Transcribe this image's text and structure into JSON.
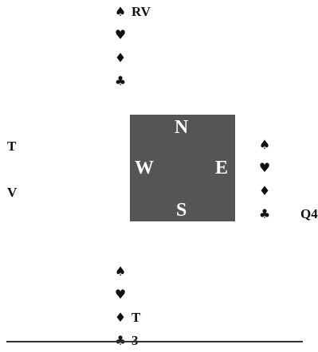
{
  "compass": {
    "north": "N",
    "west": "W",
    "east": "E",
    "south": "S"
  },
  "hands": {
    "north": {
      "spades": "RV",
      "hearts": "",
      "diamonds": "",
      "clubs": ""
    },
    "south": {
      "spades": "",
      "hearts": "",
      "diamonds": "T",
      "clubs": "3"
    },
    "east": {
      "spades": "",
      "hearts": "",
      "diamonds": "",
      "clubs": "Q4"
    },
    "west": {
      "spades": "T",
      "hearts": "",
      "diamonds": "V",
      "clubs": ""
    }
  },
  "suit_symbols": {
    "spades": "♠",
    "hearts": "♥",
    "diamonds": "♦",
    "clubs": "♣"
  }
}
